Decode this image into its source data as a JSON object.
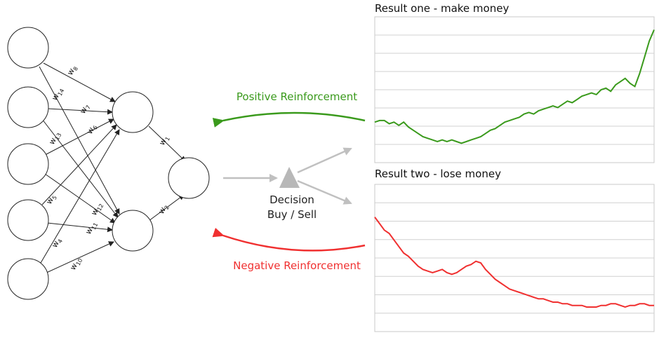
{
  "colors": {
    "positive": "#3a9a1c",
    "negative": "#f03030",
    "arrow_grey": "#c0c0c0",
    "grid": "#d0d0d0",
    "node_stroke": "#222222"
  },
  "network": {
    "input_nodes": 5,
    "hidden_nodes": 2,
    "output_nodes": 1,
    "weights": {
      "w8": "8",
      "w14": "14",
      "w7": "7",
      "w13": "13",
      "w6": "6",
      "w5": "5",
      "w12": "12",
      "w11": "11",
      "w4": "4",
      "w10": "10",
      "w1": "1",
      "w2": "2"
    },
    "weight_prefix": "w"
  },
  "decision": {
    "line1": "Decision",
    "line2": "Buy / Sell"
  },
  "reinforcement": {
    "positive": "Positive Reinforcement",
    "negative": "Negative Reinforcement"
  },
  "chart_data": [
    {
      "type": "line",
      "title": "Result one - make money",
      "grid": true,
      "series": [
        {
          "color": "#3a9a1c",
          "values": [
            55,
            56,
            56,
            54,
            55,
            53,
            55,
            52,
            50,
            48,
            46,
            45,
            44,
            43,
            44,
            43,
            44,
            43,
            42,
            43,
            44,
            45,
            46,
            48,
            50,
            51,
            53,
            55,
            56,
            57,
            58,
            60,
            61,
            60,
            62,
            63,
            64,
            65,
            64,
            66,
            68,
            67,
            69,
            71,
            72,
            73,
            72,
            75,
            76,
            74,
            78,
            80,
            82,
            79,
            77,
            85,
            95,
            105,
            112
          ]
        }
      ]
    },
    {
      "type": "line",
      "title": "Result two - lose money",
      "grid": true,
      "series": [
        {
          "color": "#f03030",
          "values": [
            100,
            96,
            92,
            90,
            86,
            82,
            78,
            76,
            73,
            70,
            68,
            67,
            66,
            67,
            68,
            66,
            65,
            66,
            68,
            70,
            71,
            73,
            72,
            68,
            65,
            62,
            60,
            58,
            56,
            55,
            54,
            53,
            52,
            51,
            50,
            50,
            49,
            48,
            48,
            47,
            47,
            46,
            46,
            46,
            45,
            45,
            45,
            46,
            46,
            47,
            47,
            46,
            45,
            46,
            46,
            47,
            47,
            46,
            46
          ]
        }
      ]
    }
  ]
}
